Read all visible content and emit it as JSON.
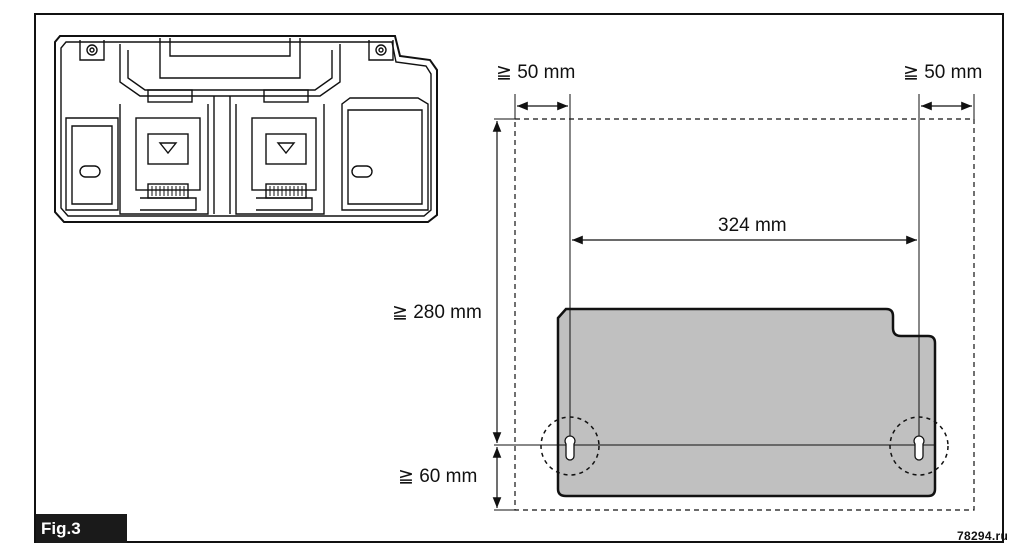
{
  "figure": {
    "label": "Fig.3",
    "watermark": "78294.ru"
  },
  "dimensions": {
    "left_clearance": "≧ 50 mm",
    "right_clearance": "≧ 50 mm",
    "hole_spacing": "324 mm",
    "top_clearance": "≧ 280 mm",
    "bottom_clearance": "≧ 60 mm"
  },
  "colors": {
    "device_fill": "#c0c0c0",
    "line": "#111111",
    "background": "#ffffff"
  }
}
